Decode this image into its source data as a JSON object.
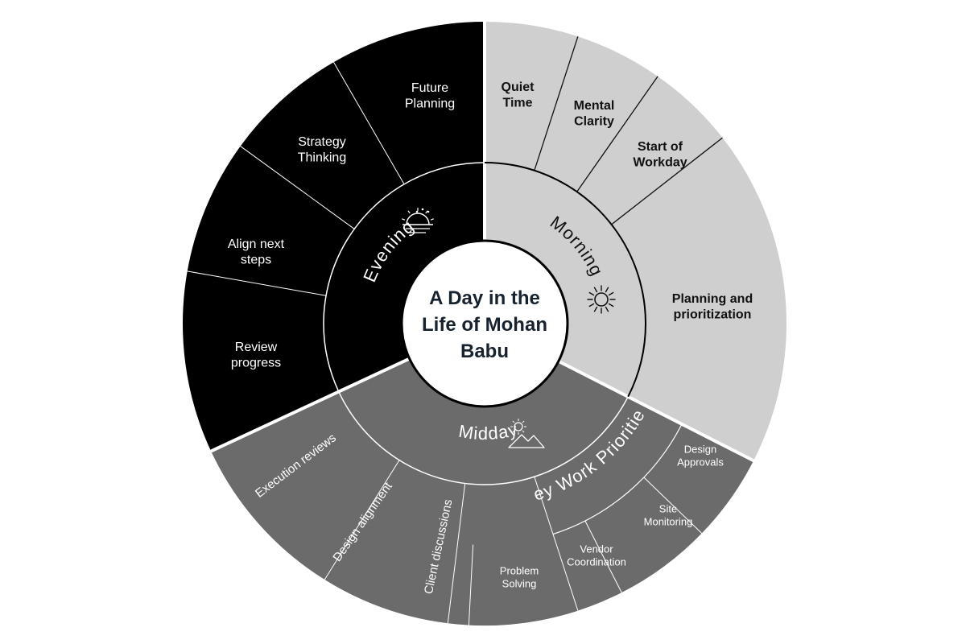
{
  "center": {
    "title_lines": [
      "A Day in the",
      "Life of Mohan",
      "Babu"
    ]
  },
  "phases": [
    {
      "name": "Morning",
      "icon": "sun-icon",
      "color": "#cfcfcf",
      "items": [
        "Quiet Time",
        "Mental Clarity",
        "Start of Workday",
        "Planning and prioritization"
      ]
    },
    {
      "name": "Midday",
      "icon": "mountain-sun-icon",
      "color": "#6b6b6b",
      "items": [
        "Execution reviews",
        "Design alignment",
        "Client discussions"
      ],
      "group": {
        "name": "Key Work Priorities",
        "items": [
          "Problem Solving",
          "Vendor Coordination",
          "Site Monitoring",
          "Design Approvals"
        ]
      }
    },
    {
      "name": "Evening",
      "icon": "sunset-icon",
      "color": "#000000",
      "items": [
        "Review progress",
        "Align next steps",
        "Strategy Thinking",
        "Future Planning"
      ]
    }
  ]
}
